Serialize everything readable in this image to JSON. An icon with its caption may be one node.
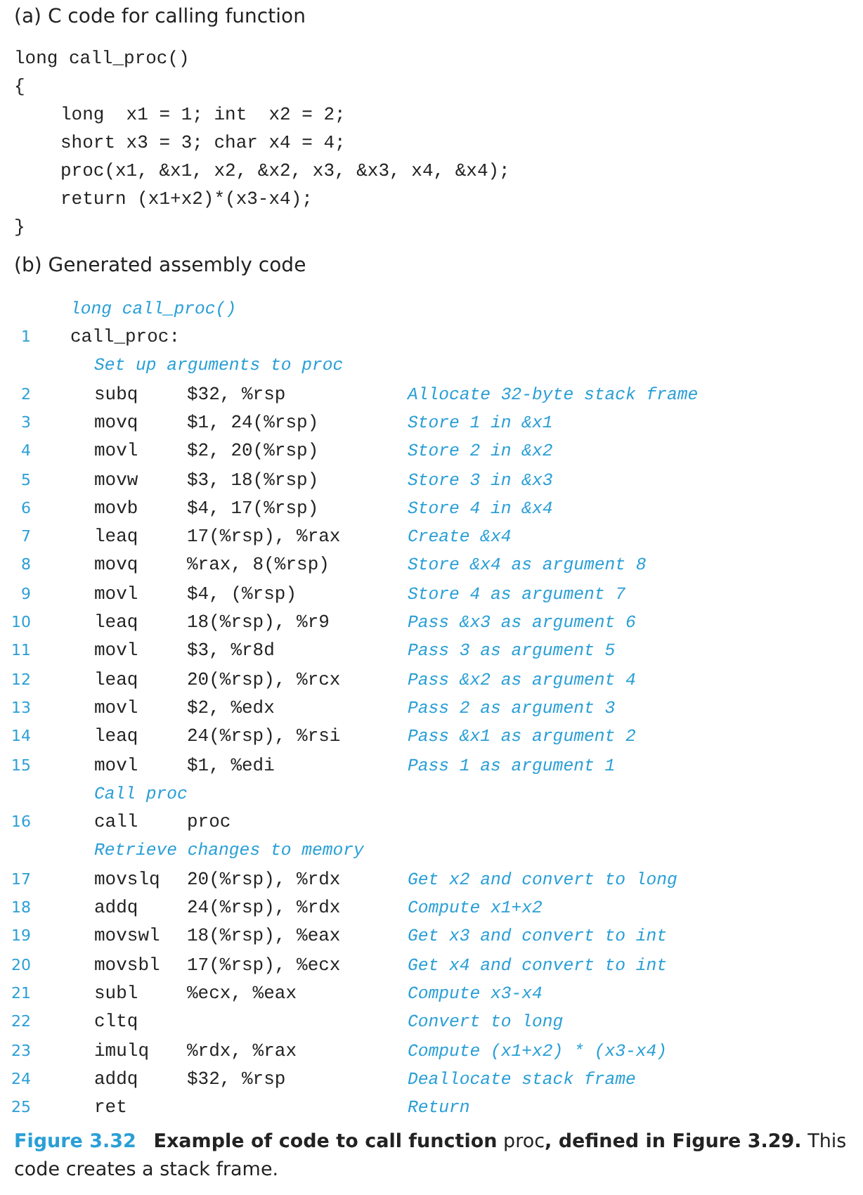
{
  "diagram": {
    "caption": "**Figure 3.32** **Example of code to call function** proc**, defined in Figure 3.29.** This code creates a stack frame.",
    "labels": [
      "(a) C code for calling function",
      "long call_proc()",
      "{",
      "long  x1 = 1; int  x2 = 2;",
      "short x3 = 3; char x4 = 4;",
      "proc(x1, &x1, x2, &x2, x3, &x3, x4, &x4);",
      "return (x1+x2)*(x3-x4);",
      "}",
      "(b) Generated assembly code",
      "long call_proc()",
      "1",
      "call_proc:",
      "Set up arguments to proc",
      "2",
      "subq",
      "$32, %rsp",
      "Allocate 32-byte stack frame",
      "3",
      "movq",
      "$1, 24(%rsp)",
      "Store 1 in &x1",
      "4",
      "movl",
      "$2, 20(%rsp)",
      "Store 2 in &x2",
      "5",
      "movw",
      "$3, 18(%rsp)",
      "Store 3 in &x3",
      "6",
      "movb",
      "$4, 17(%rsp)",
      "Store 4 in &x4",
      "7",
      "leaq",
      "17(%rsp), %rax",
      "Create &x4",
      "8",
      "movq",
      "%rax, 8(%rsp)",
      "Store &x4 as argument 8",
      "9",
      "movl",
      "$4, (%rsp)",
      "Store 4 as argument 7",
      "10",
      "leaq",
      "18(%rsp), %r9",
      "Pass &x3 as argument 6",
      "11",
      "movl",
      "$3, %r8d",
      "Pass 3 as argument 5",
      "12",
      "leaq",
      "20(%rsp), %rcx",
      "Pass &x2 as argument 4",
      "13",
      "movl",
      "$2, %edx",
      "Pass 2 as argument 3",
      "14",
      "leaq",
      "24(%rsp), %rsi",
      "Pass &x1 as argument 2",
      "15",
      "movl",
      "$1, %edi",
      "Pass 1 as argument 1",
      "Call proc",
      "16",
      "call",
      "proc",
      "Retrieve changes to memory",
      "17",
      "movslq",
      "20(%rsp), %rdx",
      "Get x2 and convert to long",
      "18",
      "addq",
      "24(%rsp), %rdx",
      "Compute x1+x2",
      "19",
      "movswl",
      "18(%rsp), %eax",
      "Get x3 and convert to int",
      "20",
      "movsbl",
      "17(%rsp), %ecx",
      "Get x4 and convert to int",
      "21",
      "subl",
      "%ecx, %eax",
      "Compute x3-x4",
      "22",
      "cltq",
      "Convert to long",
      "23",
      "imulq",
      "%rdx, %rax",
      "Compute (x1+x2) * (x3-x4)",
      "24",
      "addq",
      "$32, %rsp",
      "Deallocate stack frame",
      "25",
      "ret",
      "Return"
    ]
  }
}
